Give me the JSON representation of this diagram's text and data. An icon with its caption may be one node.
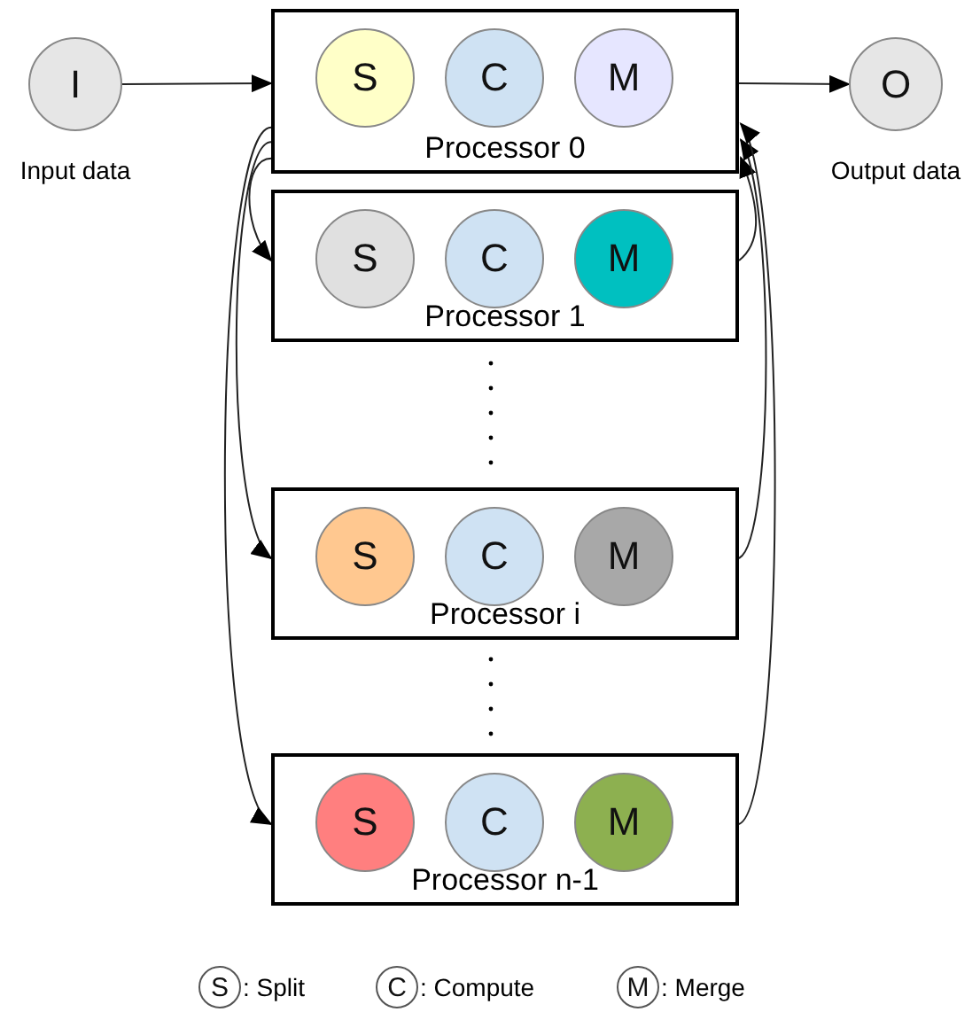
{
  "diagram": {
    "nodes": [
      {
        "text": [
          "I"
        ],
        "beside": [
          "Input data"
        ]
      },
      {
        "text": [
          "Processor 0"
        ]
      },
      {
        "text": [
          "S"
        ],
        "in": 1
      },
      {
        "text": [
          "C"
        ],
        "in": 1
      },
      {
        "text": [
          "M"
        ],
        "in": 1
      },
      {
        "text": [
          "Processor 1"
        ]
      },
      {
        "text": [
          "S"
        ],
        "in": 5
      },
      {
        "text": [
          "C"
        ],
        "in": 5
      },
      {
        "text": [
          "M"
        ],
        "in": 5
      },
      {
        "text": [
          "Processor i"
        ]
      },
      {
        "text": [
          "S"
        ],
        "in": 9
      },
      {
        "text": [
          "C"
        ],
        "in": 9
      },
      {
        "text": [
          "M"
        ],
        "in": 9
      },
      {
        "text": [
          "Processor n-1"
        ]
      },
      {
        "text": [
          "S"
        ],
        "in": 13
      },
      {
        "text": [
          "C"
        ],
        "in": 13
      },
      {
        "text": [
          "M"
        ],
        "in": 13
      },
      {
        "text": [
          "O"
        ],
        "beside": [
          "Output data"
        ]
      },
      {
        "text": [
          "S"
        ],
        "beside": [
          ": Split"
        ]
      },
      {
        "text": [
          "C"
        ],
        "beside": [
          ": Compute"
        ]
      },
      {
        "text": [
          "M"
        ],
        "beside": [
          ": Merge"
        ]
      }
    ],
    "edges": [
      {
        "from": 0,
        "to": 1,
        "arrow": "to"
      },
      {
        "from": 1,
        "to": 17,
        "arrow": "to"
      },
      {
        "from": 1,
        "to": 5,
        "arrow": "to"
      },
      {
        "from": 1,
        "to": 9,
        "arrow": "to"
      },
      {
        "from": 1,
        "to": 13,
        "arrow": "to"
      },
      {
        "from": 5,
        "to": 1,
        "arrow": "to"
      },
      {
        "from": 9,
        "to": 1,
        "arrow": "to"
      },
      {
        "from": 13,
        "to": 1,
        "arrow": "to"
      }
    ]
  }
}
